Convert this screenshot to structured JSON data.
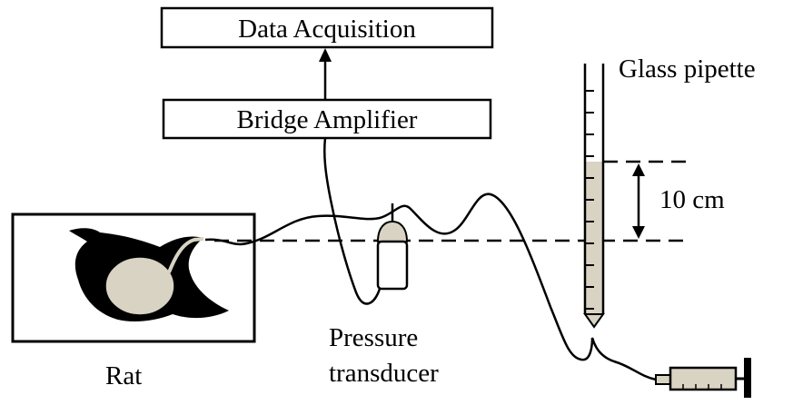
{
  "labels": {
    "data_acquisition": "Data Acquisition",
    "bridge_amplifier": "Bridge Amplifier",
    "glass_pipette": "Glass pipette",
    "height": "10 cm",
    "rat": "Rat",
    "pressure_line1": "Pressure",
    "pressure_line2": "transducer"
  },
  "colors": {
    "ink": "#000000",
    "fluid": "#d8d3c3",
    "background": "#ffffff"
  }
}
